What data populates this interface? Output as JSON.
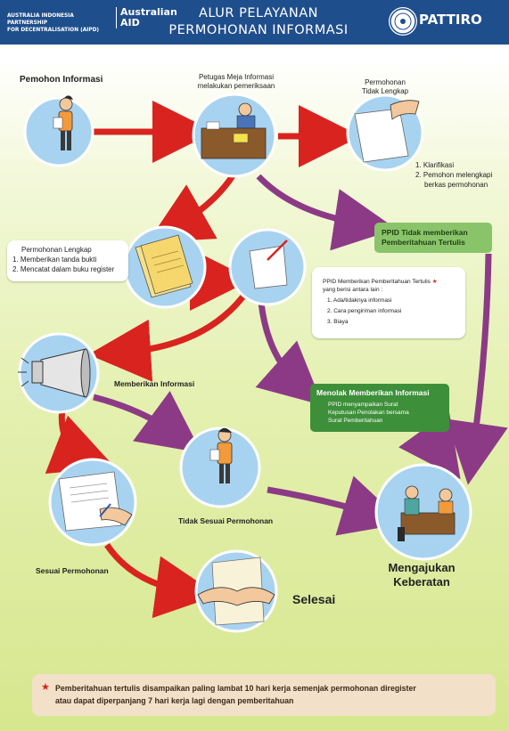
{
  "header": {
    "partner_line1": "AUSTRALIA INDONESIA PARTNERSHIP",
    "partner_line2": "FOR DECENTRALISATION (AIPD)",
    "aid_line1": "Australian",
    "aid_line2": "AID",
    "title_line1": "ALUR PELAYANAN",
    "title_line2": "PERMOHONAN INFORMASI",
    "org_name": "PATTIRO"
  },
  "steps": {
    "pemohon": "Pemohon Informasi",
    "petugas_line1": "Petugas Meja Informasi",
    "petugas_line2": "melakukan pemeriksaan",
    "tidak_lengkap_line1": "Permohonan",
    "tidak_lengkap_line2": "Tidak Lengkap",
    "klarifikasi_1": "1. Klarifikasi",
    "klarifikasi_2a": "2. Pemohon melengkapi",
    "klarifikasi_2b": "berkas permohonan",
    "lengkap_title": "Permohonan Lengkap",
    "lengkap_1": "1. Memberikan tanda bukti",
    "lengkap_2": "2. Mencatat dalam buku register",
    "ppid_tidak_line1": "PPID Tidak memberikan",
    "ppid_tidak_line2": "Pemberitahuan Tertulis",
    "ppid_memberikan": "PPID Memberikan Pemberitahuan Tertulis",
    "ppid_isi": "yang berisi antara lain :",
    "ppid_item1": "1. Ada/tidaknya informasi",
    "ppid_item2": "2. Cara pengiriman informasi",
    "ppid_item3": "3. Biaya",
    "memberikan_info": "Memberikan Informasi",
    "menolak_title": "Menolak Memberikan Informasi",
    "menolak_line1": "PPID menyampaikan Surat",
    "menolak_line2": "Keputusan Penolakan bersama",
    "menolak_line3": "Surat Pemberitahuan",
    "tidak_sesuai": "Tidak Sesuai Permohonan",
    "sesuai": "Sesuai Permohonan",
    "selesai": "Selesai",
    "keberatan_line1": "Mengajukan",
    "keberatan_line2": "Keberatan"
  },
  "footnote": {
    "line1": "Pemberitahuan tertulis disampaikan paling lambat 10 hari kerja semenjak permohonan diregister",
    "line2": "atau dapat diperpanjang 7 hari kerja lagi dengan pemberitahuan",
    "marker": "★"
  },
  "colors": {
    "header_bg": "#1f4e8c",
    "red_arrow": "#d9231f",
    "purple_arrow": "#8c3a86",
    "green_box": "#3e8f3a",
    "light_green_box": "#8ac46a",
    "circle": "#a8d3f0",
    "note_bg": "#f3e0c8"
  }
}
